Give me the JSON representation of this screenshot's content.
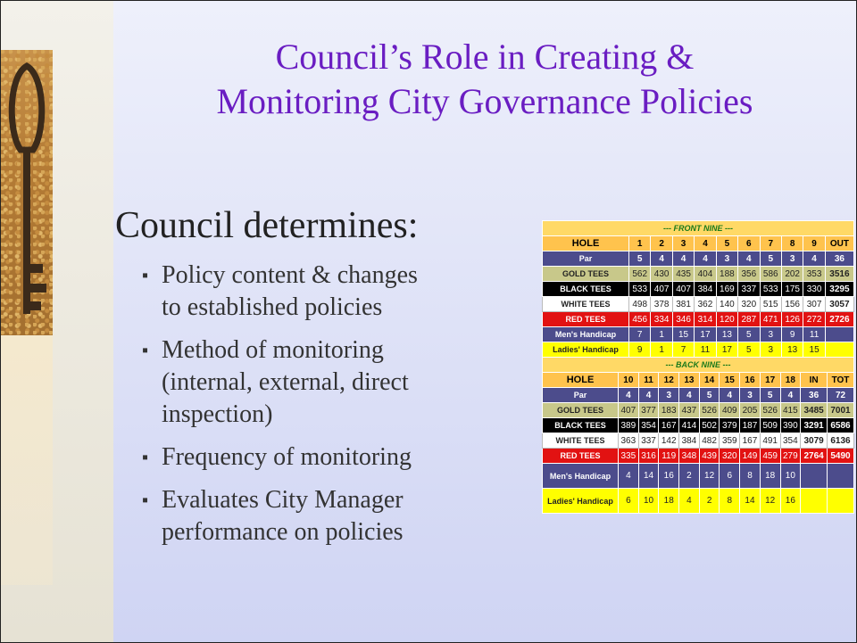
{
  "title_line1": "Council’s Role in Creating &",
  "title_line2": "Monitoring City Governance Policies",
  "heading": "Council determines:",
  "bullets": [
    {
      "line1": "Policy content & changes",
      "line2": "to established policies"
    },
    {
      "line1": "Method of monitoring",
      "line2": "(internal, external, direct",
      "line3": "inspection)"
    },
    {
      "line1": "Frequency of monitoring"
    },
    {
      "line1": "Evaluates City Manager",
      "line2": "performance on policies"
    }
  ],
  "bullet_glyph": "▪",
  "scorecard": {
    "front": {
      "banner": "--- FRONT NINE ---",
      "rows": [
        {
          "cls": "hole",
          "cells": [
            "HOLE",
            "1",
            "2",
            "3",
            "4",
            "5",
            "6",
            "7",
            "8",
            "9",
            "OUT"
          ]
        },
        {
          "cls": "par",
          "cells": [
            "Par",
            "5",
            "4",
            "4",
            "4",
            "3",
            "4",
            "5",
            "3",
            "4",
            "36"
          ]
        },
        {
          "cls": "gold",
          "cells": [
            "GOLD TEES",
            "562",
            "430",
            "435",
            "404",
            "188",
            "356",
            "586",
            "202",
            "353",
            "3516"
          ]
        },
        {
          "cls": "black",
          "cells": [
            "BLACK TEES",
            "533",
            "407",
            "407",
            "384",
            "169",
            "337",
            "533",
            "175",
            "330",
            "3295"
          ]
        },
        {
          "cls": "white",
          "cells": [
            "WHITE TEES",
            "498",
            "378",
            "381",
            "362",
            "140",
            "320",
            "515",
            "156",
            "307",
            "3057"
          ]
        },
        {
          "cls": "red",
          "cells": [
            "RED TEES",
            "456",
            "334",
            "346",
            "314",
            "120",
            "287",
            "471",
            "126",
            "272",
            "2726"
          ]
        },
        {
          "cls": "mh",
          "cells": [
            "Men's Handicap",
            "7",
            "1",
            "15",
            "17",
            "13",
            "5",
            "3",
            "9",
            "11",
            ""
          ]
        },
        {
          "cls": "lh",
          "cells": [
            "Ladies' Handicap",
            "9",
            "1",
            "7",
            "11",
            "17",
            "5",
            "3",
            "13",
            "15",
            ""
          ]
        }
      ]
    },
    "back": {
      "banner": "--- BACK NINE ---",
      "rows": [
        {
          "cls": "hole",
          "cells": [
            "HOLE",
            "10",
            "11",
            "12",
            "13",
            "14",
            "15",
            "16",
            "17",
            "18",
            "IN",
            "TOT"
          ]
        },
        {
          "cls": "par",
          "cells": [
            "Par",
            "4",
            "4",
            "3",
            "4",
            "5",
            "4",
            "3",
            "5",
            "4",
            "36",
            "72"
          ]
        },
        {
          "cls": "gold",
          "cells": [
            "GOLD TEES",
            "407",
            "377",
            "183",
            "437",
            "526",
            "409",
            "205",
            "526",
            "415",
            "3485",
            "7001"
          ]
        },
        {
          "cls": "black",
          "cells": [
            "BLACK TEES",
            "389",
            "354",
            "167",
            "414",
            "502",
            "379",
            "187",
            "509",
            "390",
            "3291",
            "6586"
          ]
        },
        {
          "cls": "white",
          "cells": [
            "WHITE TEES",
            "363",
            "337",
            "142",
            "384",
            "482",
            "359",
            "167",
            "491",
            "354",
            "3079",
            "6136"
          ]
        },
        {
          "cls": "red",
          "cells": [
            "RED TEES",
            "335",
            "316",
            "119",
            "348",
            "439",
            "320",
            "149",
            "459",
            "279",
            "2764",
            "5490"
          ]
        },
        {
          "cls": "mh",
          "cells": [
            "Men's Handicap",
            "4",
            "14",
            "16",
            "2",
            "12",
            "6",
            "8",
            "18",
            "10",
            "",
            ""
          ]
        },
        {
          "cls": "lh",
          "cells": [
            "Ladies' Handicap",
            "6",
            "10",
            "18",
            "4",
            "2",
            "8",
            "14",
            "12",
            "16",
            "",
            ""
          ]
        }
      ]
    }
  }
}
